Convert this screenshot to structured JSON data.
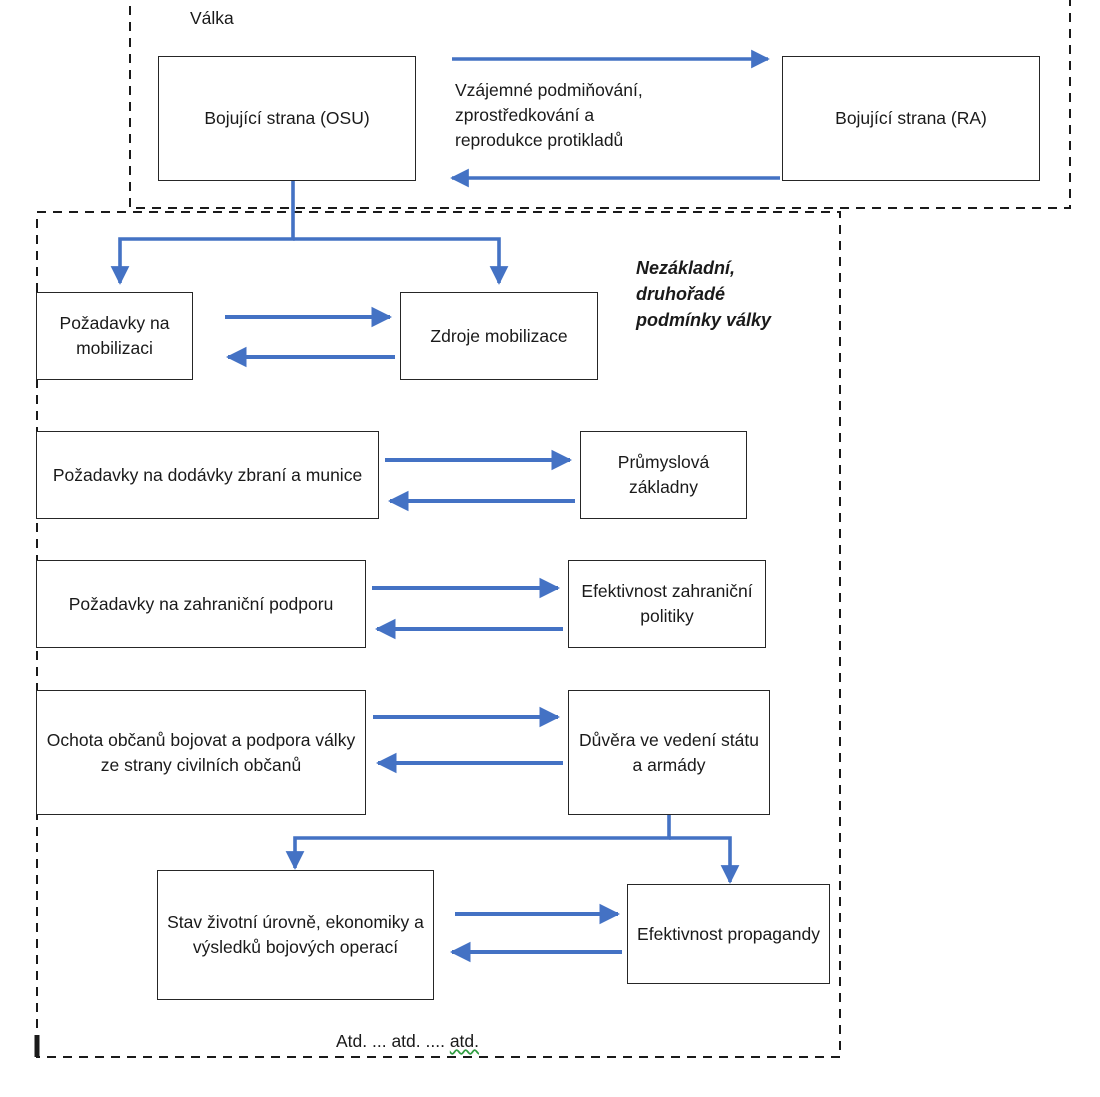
{
  "diagram": {
    "title": "Válka",
    "accent_color": "#4472C4",
    "box_border_color": "#262626",
    "dashed_border_color": "#1a1a1a",
    "background_color": "#FFFFFF",
    "spellcheck_underline_color": "#2E9C3F",
    "groups": [
      {
        "id": "group-valka",
        "label": "Válka",
        "style": "dashed"
      },
      {
        "id": "group-nezakladni",
        "label": "Nezákladní,\ndruhořadé\npodmínky války",
        "style": "dashed"
      }
    ],
    "nodes": [
      {
        "id": "bojujici-osu",
        "label": "Bojující strana (OSU)"
      },
      {
        "id": "bojujici-ra",
        "label": "Bojující strana (RA)"
      },
      {
        "id": "pozadavky-mob",
        "label": "Požadavky na\nmobilizaci"
      },
      {
        "id": "zdroje-mob",
        "label": "Zdroje\nmobilizace"
      },
      {
        "id": "pozadavky-zbrane",
        "label": "Požadavky na dodávky zbraní a\nmunice"
      },
      {
        "id": "prumyslova",
        "label": "Průmyslová\nzákladny"
      },
      {
        "id": "pozadavky-zahr",
        "label": "Požadavky na zahraniční\npodporu"
      },
      {
        "id": "efektivnost-zahr",
        "label": "Efektivnost\nzahraniční politiky"
      },
      {
        "id": "ochota-obcanu",
        "label": "Ochota občanů bojovat a\npodpora války ze strany\ncivilních občanů"
      },
      {
        "id": "duvera-vedeni",
        "label": "Důvěra ve vedení\nstátu a armády"
      },
      {
        "id": "stav-zivotni",
        "label": "Stav životní úrovně,\nekonomiky a výsledků\nbojových operací"
      },
      {
        "id": "efektivnost-prop",
        "label": "Efektivnost\npropagandy"
      }
    ],
    "edge_captions": [
      {
        "id": "caption-vzajemne",
        "text": "Vzájemné podmiňování,\nzprostředkování a\nreprodukce protikladů"
      }
    ],
    "footer_note": {
      "prefix": "Atd. ... atd. .... ",
      "misspelled": "atd."
    }
  }
}
